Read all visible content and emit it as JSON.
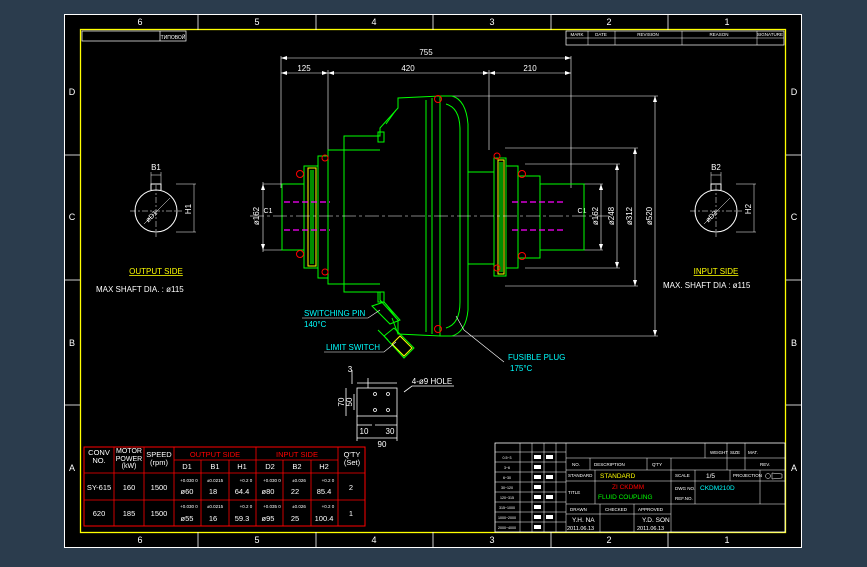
{
  "colors": {
    "background": "#2b3c4d",
    "paper": "#000000",
    "frame": "#ffffff",
    "border": "#ffff00",
    "part": "#00ff00",
    "dimension": "#ffffff",
    "label": "#ffff00",
    "annotation": "#00ffff",
    "accent_red": "#ff0000",
    "centerline": "#ff00ff"
  },
  "grid": {
    "columns": [
      "6",
      "5",
      "4",
      "3",
      "2",
      "1"
    ],
    "rows": [
      "D",
      "C",
      "B",
      "A"
    ]
  },
  "header_cells": [
    "MARK",
    "DATE",
    "REVISION",
    "REASON",
    "SIGNATURE"
  ],
  "left_tag": "ТИПОВОЙ",
  "dimensions": {
    "overall": "755",
    "left_len": "125",
    "mid_len": "420",
    "right_len": "210",
    "d_left": "ø162",
    "d_right": "ø162",
    "d_248": "ø248",
    "d_312": "ø312",
    "d_520": "ø520",
    "c1_left": "C1",
    "c1_right": "C1"
  },
  "output_side": {
    "b_label": "B1",
    "h_label": "H1",
    "d_label": "øD1",
    "title": "OUTPUT SIDE",
    "shaft": "MAX  SHAFT DIA. : ø115"
  },
  "input_side": {
    "b_label": "B2",
    "h_label": "H2",
    "d_label": "øD2",
    "title": "INPUT SIDE",
    "shaft": "MAX. SHAFT DIA : ø115"
  },
  "callouts": {
    "switching_pin": "SWITCHING PIN",
    "switching_temp": "140°C",
    "limit_switch": "LIMIT SWITCH",
    "fusible_plug": "FUSIBLE PLUG",
    "fusible_temp": "175°C"
  },
  "bracket": {
    "hole": "4-ø9 HOLE",
    "d70": "70",
    "d50": "50",
    "d10": "10",
    "d30": "30",
    "d90": "90",
    "d3": "3"
  },
  "spec_table": {
    "group_headers": {
      "conv": "CONV NO.",
      "motor": "MOTOR POWER (kW)",
      "speed": "SPEED (rpm)",
      "output": "OUTPUT SIDE",
      "input": "INPUT SIDE",
      "qty": "Q'TY (Set)"
    },
    "sub_headers": [
      "D1",
      "B1",
      "H1",
      "D2",
      "B2",
      "H2"
    ],
    "rows": [
      {
        "conv": "SY-615",
        "power": "160",
        "speed": "1500",
        "d1_tol": "+0.030 0",
        "d1": "ø60",
        "b1_tol": "±0.0215",
        "b1": "18",
        "h1_tol": "+0.2 0",
        "h1": "64.4",
        "d2_tol": "+0.030 0",
        "d2": "ø80",
        "b2_tol": "±0.026",
        "b2": "22",
        "h2_tol": "+0.2 0",
        "h2": "85.4",
        "qty": "2"
      },
      {
        "conv": "620",
        "power": "185",
        "speed": "1500",
        "d1_tol": "+0.030 0",
        "d1": "ø55",
        "b1_tol": "±0.0215",
        "b1": "16",
        "h1_tol": "+0.2 0",
        "h1": "59.3",
        "d2_tol": "+0.035 0",
        "d2": "ø95",
        "b2_tol": "±0.026",
        "b2": "25",
        "h2_tol": "+0.2 0",
        "h2": "100.4",
        "qty": "1"
      }
    ]
  },
  "title_block": {
    "rev_rows": [
      "0.5~3",
      "3~6",
      "6~30",
      "30~120",
      "120~315",
      "315~1000",
      "1000~2000",
      "2000~4000"
    ],
    "no_label": "NO.",
    "description": "DESCRIPTION",
    "qty_label": "Q'TY",
    "standard_label": "STANDARD",
    "standard": "STANDARD",
    "project": "ZI CKDMM",
    "name": "FLUID COUPLING",
    "name_label": "TITLE",
    "scale_label": "SCALE",
    "scale": "1/5",
    "projection_label": "PROJECTION",
    "dwg_label": "DWG NO.",
    "dwg": "CKDM210D",
    "ref_label": "REF.NO.",
    "drawn_label": "DRAWN",
    "checked_label": "CHECKED",
    "approved_label": "APPROVED",
    "drawn_by": "Y.H. NA",
    "drawn_date": "2011.06.13",
    "approved_by": "Y.D. SON",
    "approved_date": "2011.06.13",
    "weight_label": "WEIGHT",
    "size_label": "SIZE",
    "mat_label": "MAT.",
    "rev_label": "REV."
  }
}
